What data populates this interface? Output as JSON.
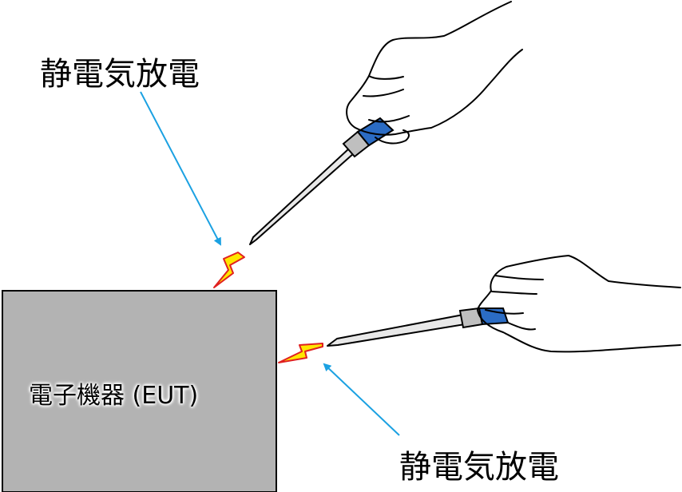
{
  "labels": {
    "discharge_top": "静電気放電",
    "discharge_bottom": "静電気放電",
    "eut": "電子機器 (EUT)"
  },
  "colors": {
    "eut_fill": "#b3b3b3",
    "arrow": "#1ba1e2",
    "spark_fill": "#ffe600",
    "spark_stroke": "#e02020",
    "probe_handle": "#2b6cc4",
    "probe_ring": "#bfbfbf"
  },
  "icons": {
    "spark": "lightning-bolt-icon",
    "hand": "hand-icon"
  }
}
